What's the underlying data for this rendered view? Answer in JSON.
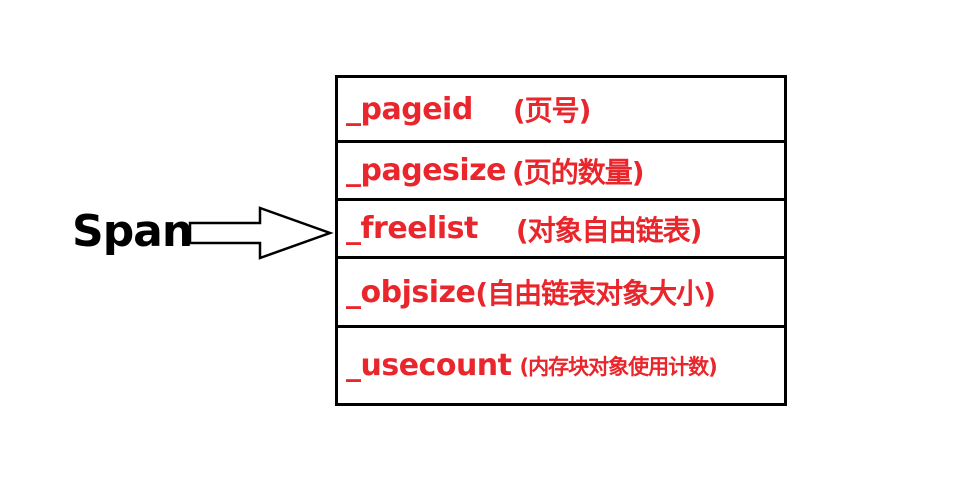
{
  "diagram": {
    "span_label": "Span",
    "fields": [
      {
        "name": "_pageid",
        "desc": "(页号)"
      },
      {
        "name": "_pagesize",
        "desc": "(页的数量)"
      },
      {
        "name": "_freelist",
        "desc": "(对象自由链表)"
      },
      {
        "name": "_objsize",
        "desc": "(自由链表对象大小)"
      },
      {
        "name": "_usecount",
        "desc": "(内存块对象使用计数)"
      }
    ],
    "colors": {
      "field_text": "#e8262c",
      "border": "#000000",
      "label": "#000000"
    }
  }
}
